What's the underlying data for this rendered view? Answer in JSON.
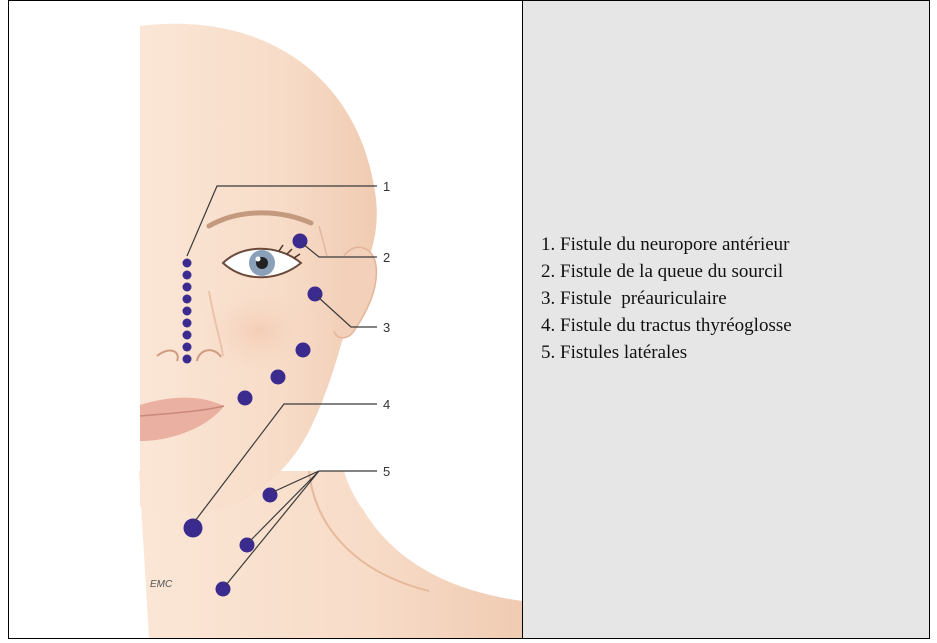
{
  "figure": {
    "callout_numbers": [
      "1",
      "2",
      "3",
      "4",
      "5"
    ],
    "publisher_mark": "EMC",
    "colors": {
      "skin": "#f7dcc8",
      "skin_shadow": "#eab99a",
      "lips": "#e9aea0",
      "marker": "#3b2b8f",
      "leader": "#3a3a3a"
    }
  },
  "legend": {
    "items": [
      {
        "label": "1. Fistule du neuropore antérieur"
      },
      {
        "label": "2. Fistule de la queue du sourcil"
      },
      {
        "label": "3. Fistule  préauriculaire"
      },
      {
        "label": "4. Fistule du tractus thyréoglosse"
      },
      {
        "label": "5. Fistules latérales"
      }
    ]
  }
}
